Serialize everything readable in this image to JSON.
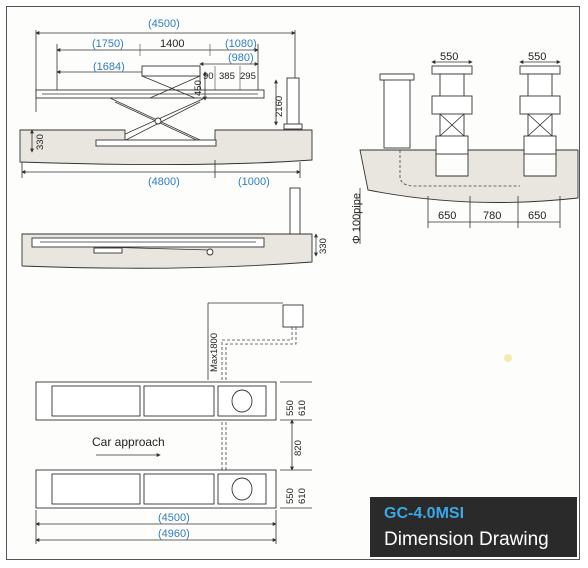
{
  "title": {
    "model": "GC-4.0MSI",
    "subtitle": "Dimension Drawing"
  },
  "dimensions": {
    "overall_length_top": "(4500)",
    "length_1750": "(1750)",
    "length_1400": "1400",
    "length_1080": "(1080)",
    "length_980": "(980)",
    "length_1684": "(1684)",
    "d_90": "90",
    "d_385": "385",
    "d_295": "295",
    "d_450": "450",
    "height_2160": "2160",
    "pit_330_left": "330",
    "length_4800": "(4800)",
    "length_1000": "(1000)",
    "pit_330_right": "330",
    "width_550_left": "550",
    "width_550_right": "550",
    "pipe": "Φ 100pipe",
    "span_650_left": "650",
    "span_780": "780",
    "span_650_right": "650",
    "max_1800": "Max1800",
    "w_550_top": "550",
    "w_610_top": "610",
    "gap_820": "820",
    "w_550_bottom": "550",
    "w_610_bottom": "610",
    "plan_4500": "(4500)",
    "plan_4960": "(4960)"
  },
  "labels": {
    "car_approach": "Car approach"
  },
  "colors": {
    "dimension_blue": "#2e7fc1",
    "title_bg": "#2a2a2a",
    "model_blue": "#3aa8e6"
  }
}
